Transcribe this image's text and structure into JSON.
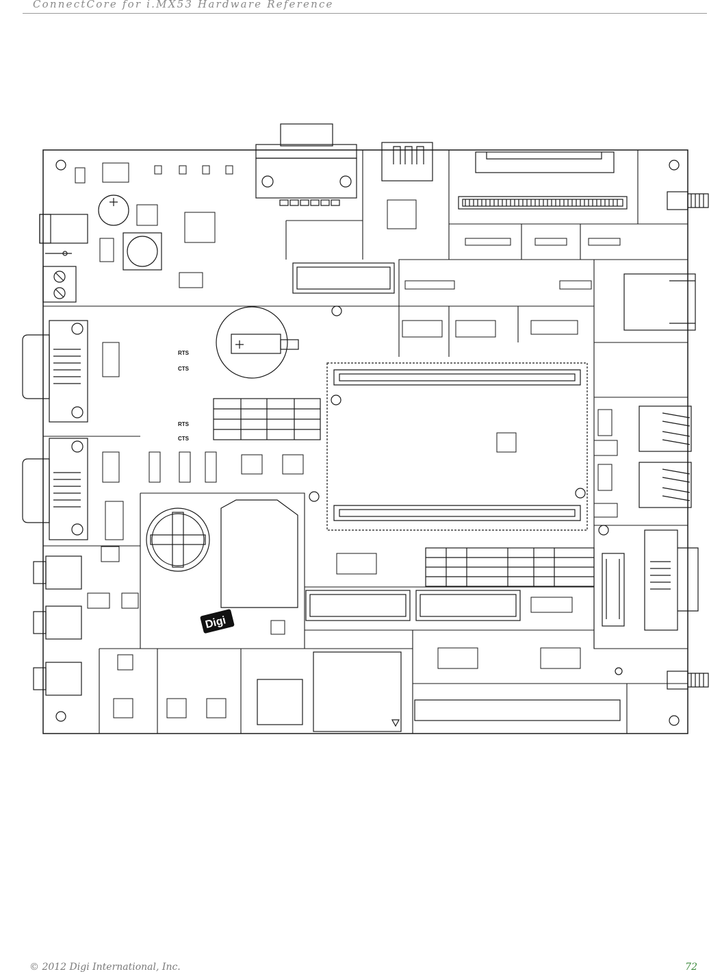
{
  "header": {
    "title": "ConnectCore for i.MX53 Hardware Reference"
  },
  "figure": {
    "silkscreen": {
      "rts_1": "RTS",
      "cts_1": "CTS",
      "rts_2": "RTS",
      "cts_2": "CTS",
      "logo": "Digi"
    }
  },
  "footer": {
    "copyright": "© 2012 Digi International, Inc.",
    "page_number": "72"
  }
}
